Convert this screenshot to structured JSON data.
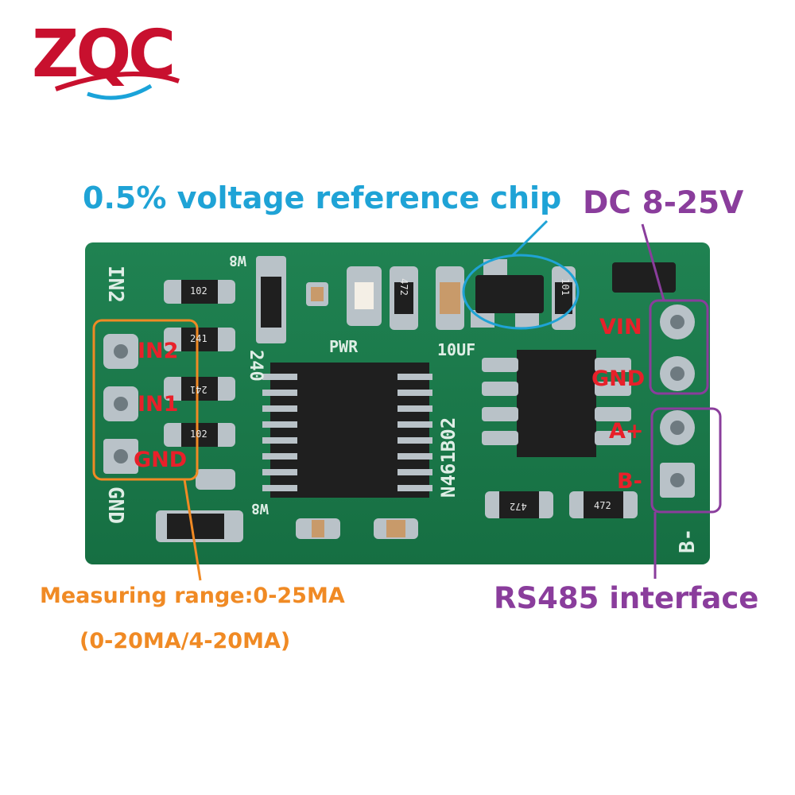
{
  "logo": {
    "text": "ZQC",
    "color": "#c8102e",
    "accent": "#1aa3d9"
  },
  "callouts": {
    "voltage_reference": {
      "text": "0.5% voltage reference chip",
      "color": "#1fa3d6"
    },
    "power": {
      "text": "DC 8-25V",
      "color": "#8a3d9c"
    },
    "measuring_range": {
      "text": "Measuring range:0-25MA",
      "color": "#f08a24"
    },
    "measuring_range_sub": {
      "text": "(0-20MA/4-20MA)",
      "color": "#f08a24"
    },
    "rs485": {
      "text": "RS485 interface",
      "color": "#8a3d9c"
    }
  },
  "pin_labels": {
    "color": "#e8202a",
    "in2": "IN2",
    "in1": "IN1",
    "gnd_left": "GND",
    "vin": "VIN",
    "gnd_right": "GND",
    "a_plus": "A+",
    "b_minus": "B-"
  },
  "silkscreen": {
    "in2": "IN2",
    "gnd": "GND",
    "b": "B-",
    "pwr": "PWR",
    "cap": "10UF",
    "resistor": "240",
    "w8_top": "W8",
    "w8_bottom": "W8",
    "ic": "N461B02"
  },
  "component_codes": [
    "102",
    "241",
    "241",
    "102",
    "472",
    "472",
    "472",
    "101"
  ],
  "board": {
    "pcb_color": "#1a7a4a",
    "pad_color": "#b9c2c8"
  }
}
